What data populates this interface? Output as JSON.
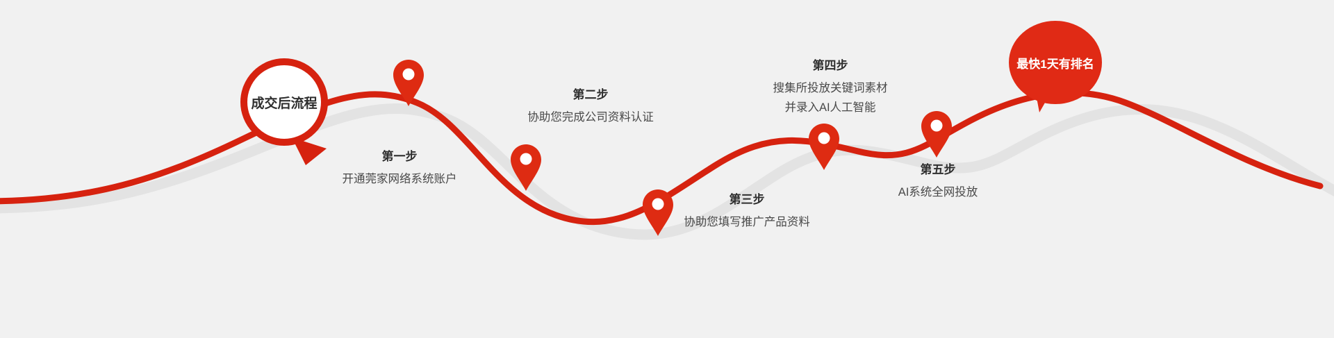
{
  "page": {
    "background_color": "#f1f1f1",
    "accent_color": "#d6220f",
    "balloon_color": "#e02a15",
    "shadow_color": "#e3e3e3",
    "text_color": "#3c3c3c"
  },
  "intro_bubble": {
    "label": "成交后流程",
    "icon": "speech-bubble-circle"
  },
  "end_balloon": {
    "label": "最快1天有排名",
    "icon": "balloon-callout"
  },
  "steps": [
    {
      "id": "step-1",
      "step_label": "第一步",
      "description": [
        "开通莞家网络系统账户"
      ],
      "pin_icon": "map-pin-marker"
    },
    {
      "id": "step-2",
      "step_label": "第二步",
      "description": [
        "协助您完成公司资料认证"
      ],
      "pin_icon": "map-pin-marker"
    },
    {
      "id": "step-3",
      "step_label": "第三步",
      "description": [
        "协助您填写推广产品资料"
      ],
      "pin_icon": "map-pin-marker"
    },
    {
      "id": "step-4",
      "step_label": "第四步",
      "description": [
        "搜集所投放关键词素材",
        "并录入AI人工智能"
      ],
      "pin_icon": "map-pin-marker"
    },
    {
      "id": "step-5",
      "step_label": "第五步",
      "description": [
        "AI系统全网投放"
      ],
      "pin_icon": "map-pin-marker"
    }
  ]
}
